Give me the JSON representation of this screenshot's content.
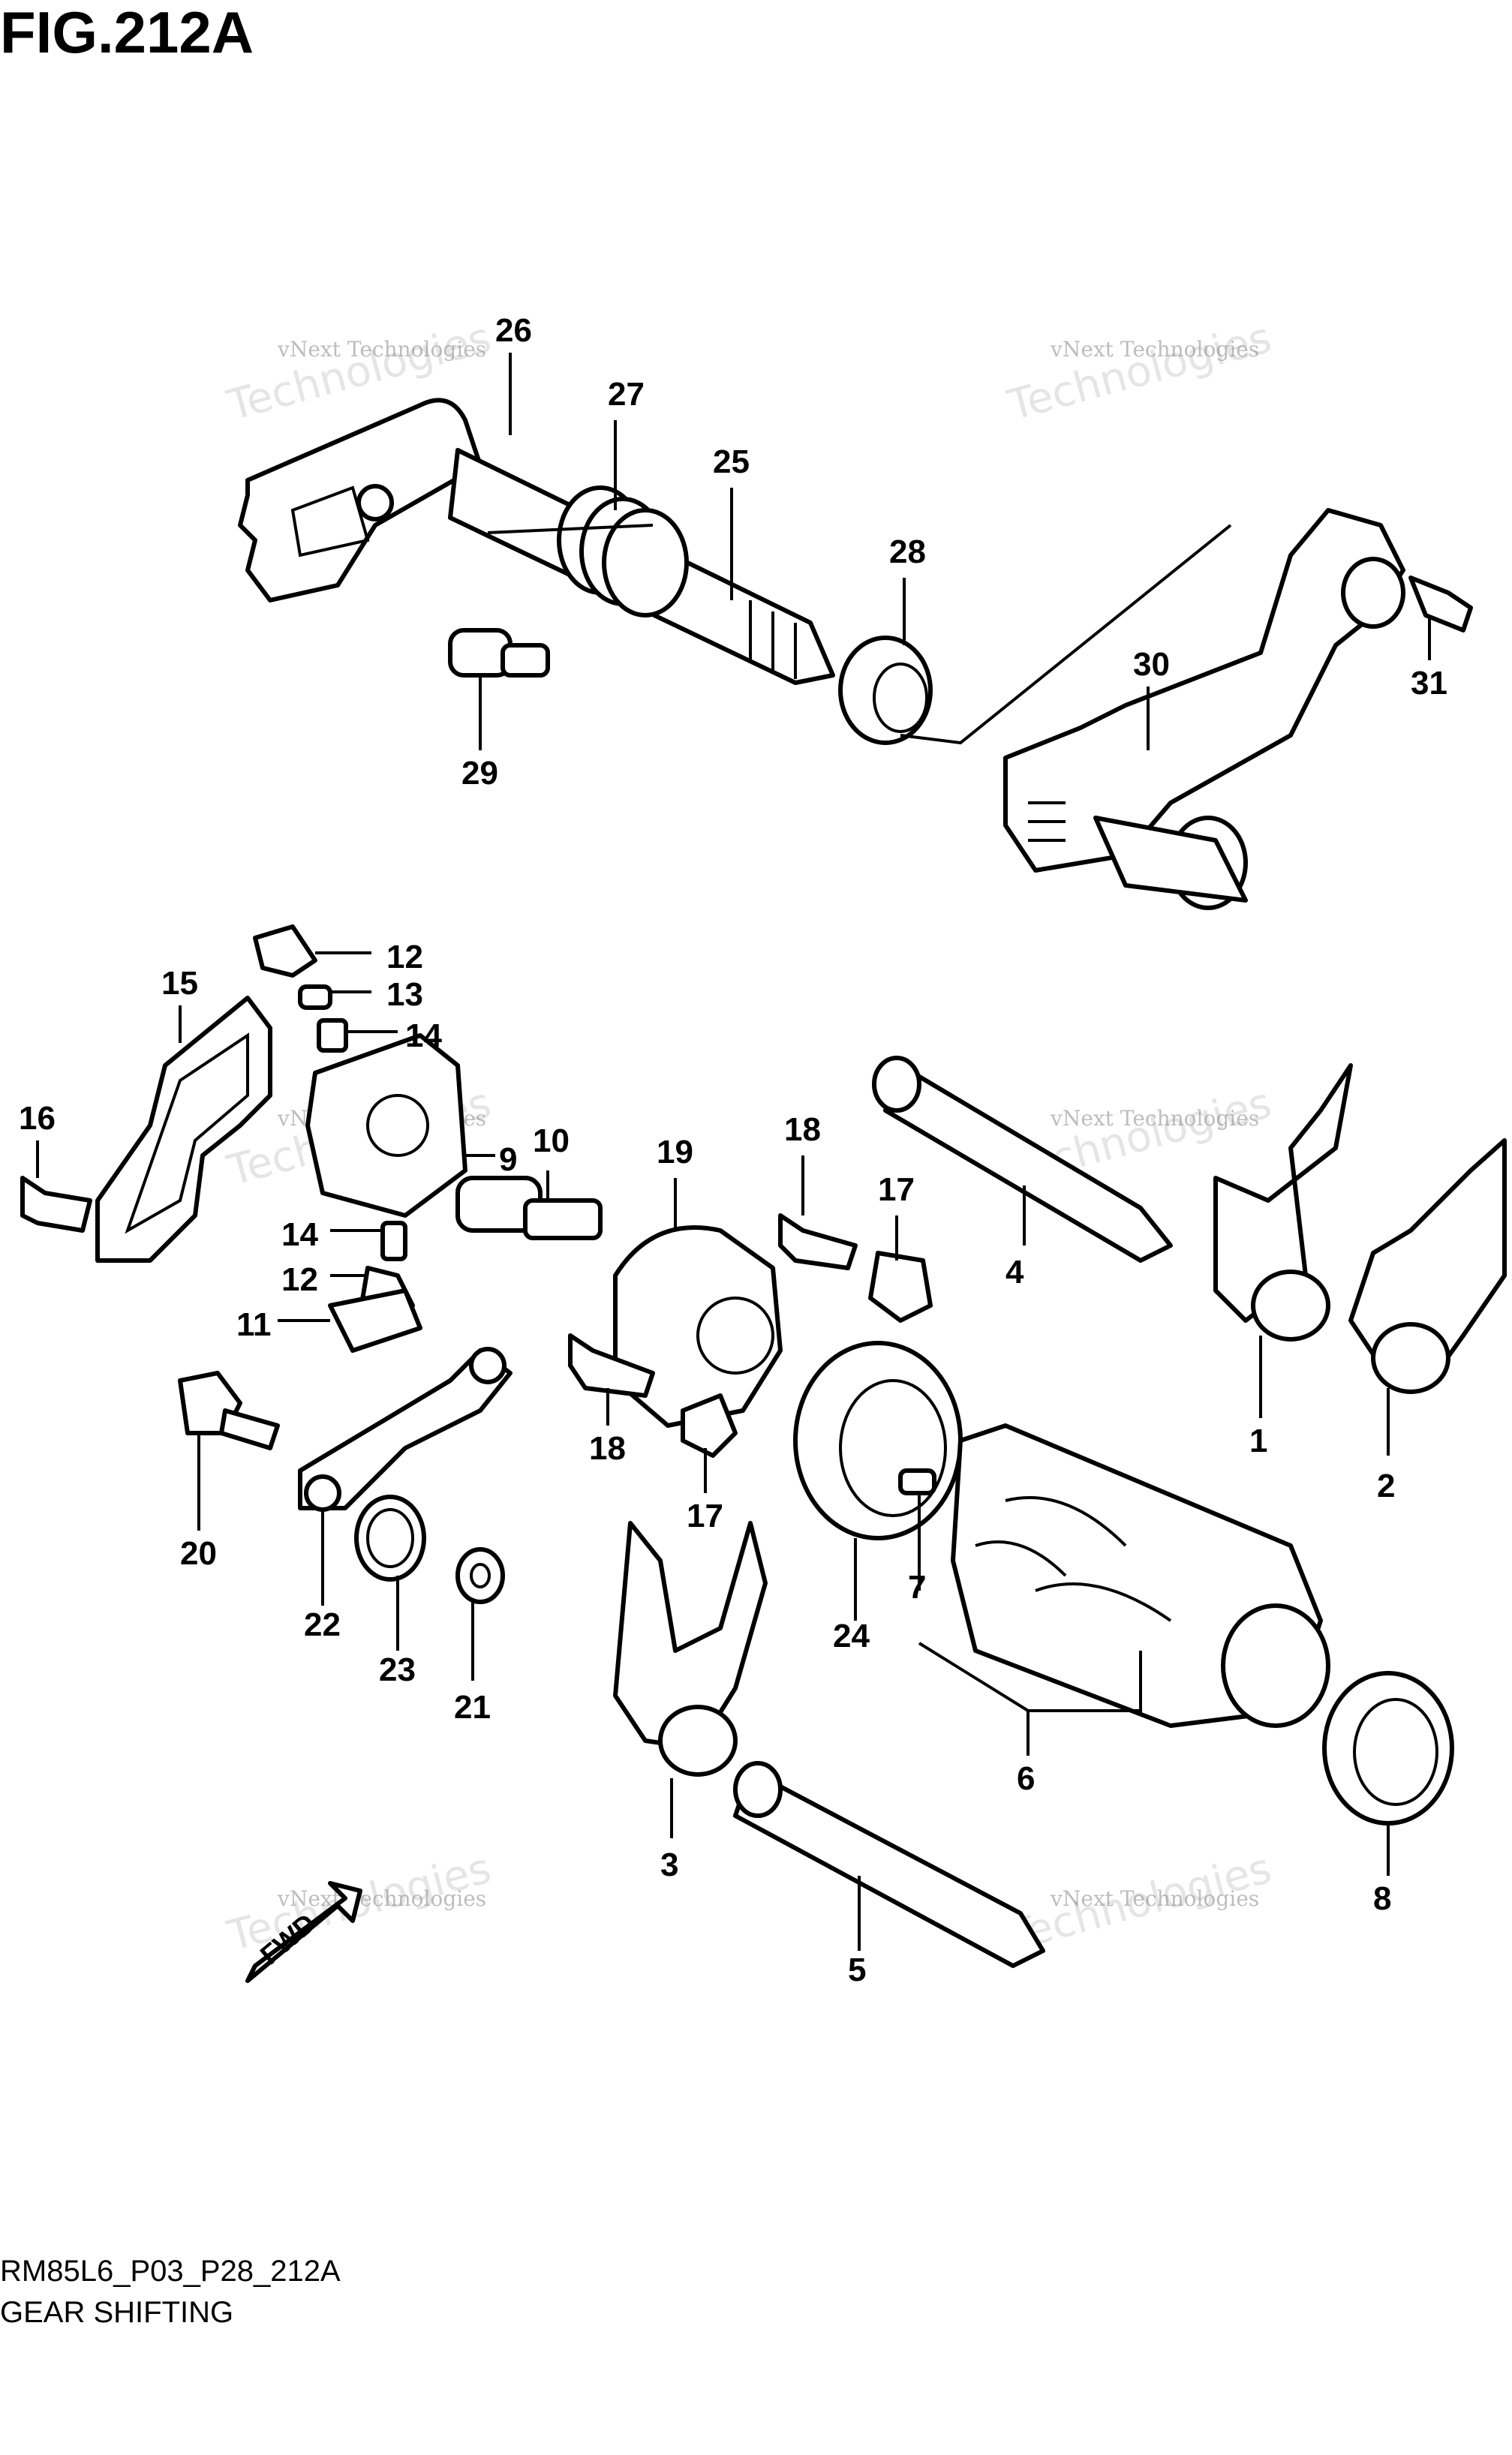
{
  "figure": {
    "title": "FIG.212A",
    "code": "RM85L6_P03_P28_212A",
    "name": "GEAR SHIFTING"
  },
  "watermark": {
    "line1": "vNext Technologies",
    "line2": "vNext",
    "line3": "Technologies"
  },
  "direction_marker": "FWD",
  "part_numbers": [
    "1",
    "2",
    "3",
    "4",
    "5",
    "6",
    "7",
    "8",
    "9",
    "10",
    "11",
    "12",
    "13",
    "14",
    "15",
    "16",
    "17",
    "18",
    "19",
    "20",
    "21",
    "22",
    "23",
    "24",
    "25",
    "26",
    "27",
    "28",
    "29",
    "30",
    "31"
  ],
  "callouts": {
    "p1": "1",
    "p2": "2",
    "p3": "3",
    "p4": "4",
    "p5": "5",
    "p6": "6",
    "p7": "7",
    "p8": "8",
    "p9": "9",
    "p10": "10",
    "p11": "11",
    "p12a": "12",
    "p12b": "12",
    "p13": "13",
    "p14a": "14",
    "p14b": "14",
    "p15": "15",
    "p16": "16",
    "p17a": "17",
    "p17b": "17",
    "p18a": "18",
    "p18b": "18",
    "p19": "19",
    "p20": "20",
    "p21": "21",
    "p22": "22",
    "p23": "23",
    "p24": "24",
    "p25": "25",
    "p26": "26",
    "p27": "27",
    "p28": "28",
    "p29": "29",
    "p30": "30",
    "p31": "31"
  }
}
